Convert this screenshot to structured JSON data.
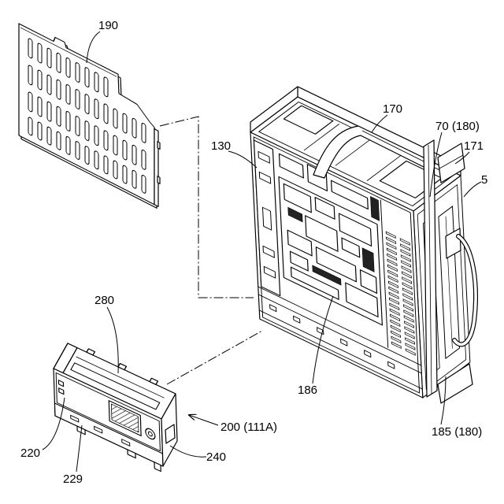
{
  "figure": {
    "labels": {
      "ref_190": "190",
      "ref_130": "130",
      "ref_170": "170",
      "ref_70_180": "70 (180)",
      "ref_171": "171",
      "ref_5": "5",
      "ref_280": "280",
      "ref_186": "186",
      "ref_200_111a": "200 (111A)",
      "ref_220": "220",
      "ref_240": "240",
      "ref_229": "229",
      "ref_185_180": "185 (180)"
    }
  },
  "colors": {
    "line": "#000000",
    "background": "#ffffff"
  }
}
